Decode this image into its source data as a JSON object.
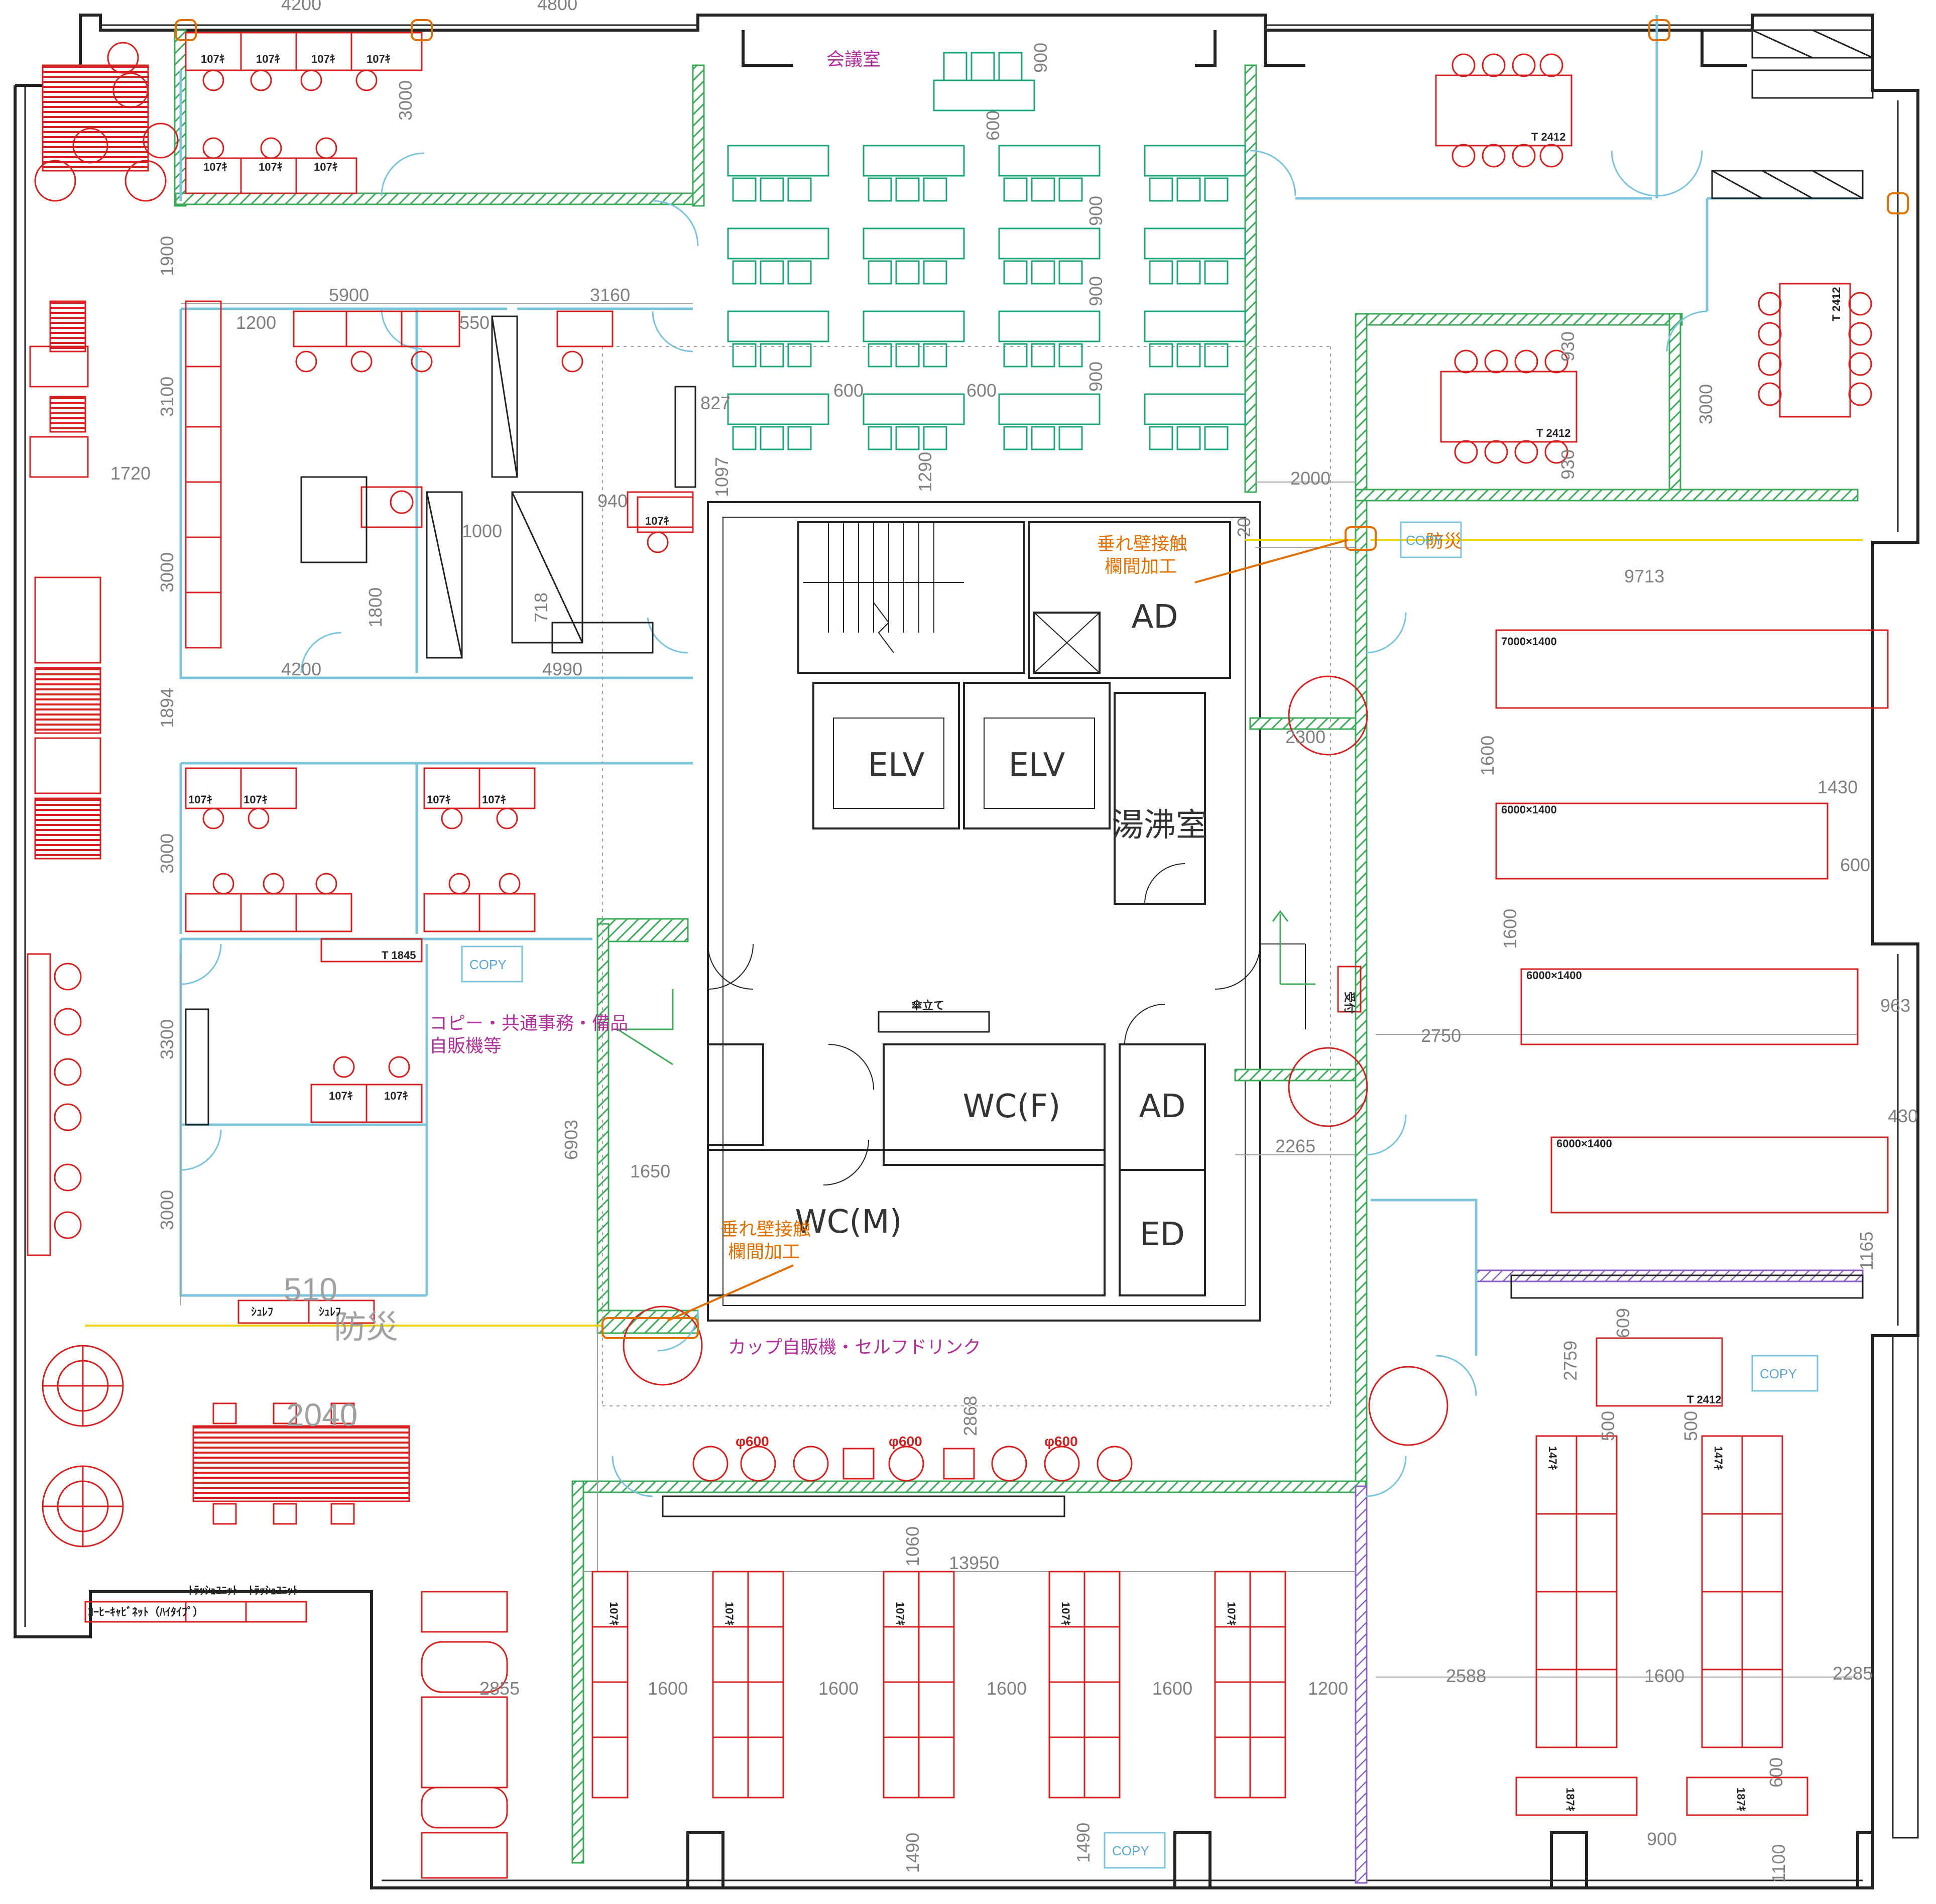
{
  "colors": {
    "wall": "#222222",
    "partition_green": "#3caa5a",
    "furniture_red": "#d42020",
    "furniture_teal": "#1aa57a",
    "glass_blue": "#7cc4dc",
    "dimension_gray": "#8a8a8a",
    "label_magenta": "#b0309a",
    "note_orange": "#e07000",
    "yellow_line": "#e8d200",
    "purple": "#8a60c0"
  },
  "rooms": {
    "meeting_room": "会議室",
    "elv_1": "ELV",
    "elv_2": "ELV",
    "kettle_room": "湯沸室",
    "ad_top": "AD",
    "wc_female": "WC(F)",
    "wc_male": "WC(M)",
    "ad_bottom": "AD",
    "ed": "ED"
  },
  "labels": {
    "copy_common_line1": "コピー・共通事務・備品",
    "copy_common_line2": "自販機等",
    "cup_vending": "カップ自販機・セルフドリンク",
    "note_top_line1": "垂れ壁接触",
    "note_top_line2": "欄間加工",
    "note_bottom_line1": "垂れ壁接触",
    "note_bottom_line2": "欄間加工",
    "bousai_left": "防災",
    "bousai_right": "防災",
    "reception": "受付",
    "umbrella": "傘立て",
    "copy": "COPY",
    "d600": "φ600",
    "table_7000": "7000×1400",
    "table_6000": "6000×1400",
    "t2412": "T 2412",
    "t1845": "T 1845",
    "desk_107": "107ｷ",
    "desk_147": "147ｷ",
    "desk_187": "187ｷ",
    "locker": "ｼｭﾚﾌ",
    "trash_unit": "ﾄﾗｯｼｭﾕﾆｯﾄ",
    "coffee_cabinet": "ｺｰﾋｰｷｬﾋﾞﾈｯﾄ（ﾊｲﾀｲﾌﾟ）",
    "gray_510": "510",
    "gray_2040": "2040"
  },
  "dimensions": {
    "d4200_top": "4200",
    "d4800_top": "4800",
    "d3000_a": "3000",
    "d1900": "1900",
    "d5900": "5900",
    "d3160": "3160",
    "d1200": "1200",
    "d550": "550",
    "d3100": "3100",
    "d1720": "1720",
    "d3000_b": "3000",
    "d1000": "1000",
    "d940": "940",
    "d1800": "1800",
    "d718": "718",
    "d4200_mid": "4200",
    "d4990": "4990",
    "d1894": "1894",
    "d3000_c": "3000",
    "d3300": "3300",
    "d3000_d": "3000",
    "d6903": "6903",
    "d1650": "1650",
    "d2868": "2868",
    "d1060": "1060",
    "d13950": "13950",
    "d2855": "2855",
    "d1600_a": "1600",
    "d1600_b": "1600",
    "d1600_c": "1600",
    "d1600_d": "1600",
    "d1200_b": "1200",
    "d1490_a": "1490",
    "d1490_b": "1490",
    "d900_a": "900",
    "d600_a": "600",
    "d900_b": "900",
    "d900_c": "900",
    "d900_d": "900",
    "d600_b": "600",
    "d600_c": "600",
    "d1097": "1097",
    "d1290": "1290",
    "d827": "827",
    "d2000": "2000",
    "d20": "20",
    "d930_a": "930",
    "d930_b": "930",
    "d3000_e": "3000",
    "d9713": "9713",
    "d1600_e": "1600",
    "d1430_a": "1430",
    "d600_d": "600",
    "d1600_f": "1600",
    "d963": "963",
    "d2750": "2750",
    "d2300": "2300",
    "d2265": "2265",
    "d430": "430",
    "d1165": "1165",
    "d2759": "2759",
    "d609": "609",
    "d500_a": "500",
    "d500_b": "500",
    "d2588": "2588",
    "d1600_g": "1600",
    "d2285": "2285",
    "d600_e": "600",
    "d900_e": "900",
    "d1100": "1100"
  }
}
